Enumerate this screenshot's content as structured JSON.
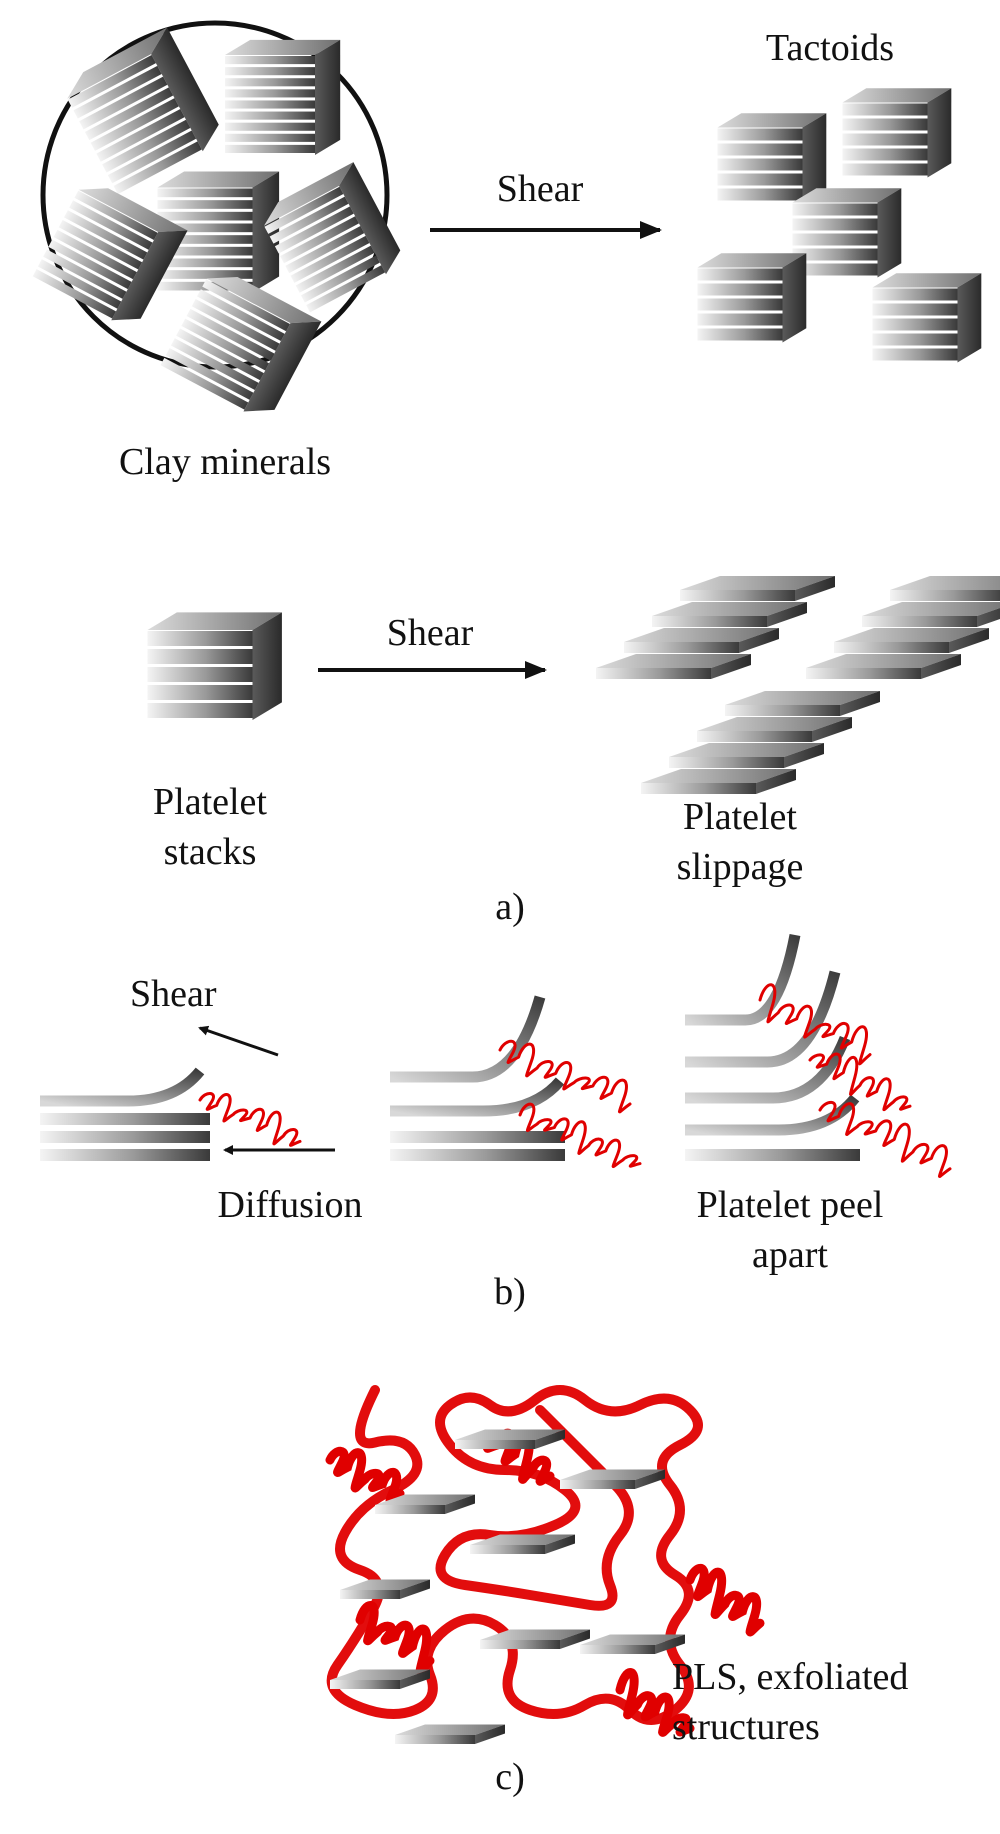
{
  "colors": {
    "platelet_light": "#f2f2f2",
    "platelet_mid": "#a6a6a6",
    "platelet_dark": "#3c3c3c",
    "polymer": "#e00000",
    "ink": "#111111"
  },
  "panel_a": {
    "clay_label": "Clay minerals",
    "shear_top": "Shear",
    "tactoids_label": "Tactoids",
    "shear_mid": "Shear",
    "stacks_line1": "Platelet",
    "stacks_line2": "stacks",
    "slip_line1": "Platelet",
    "slip_line2": "slippage",
    "tag": "a)"
  },
  "panel_b": {
    "shear": "Shear",
    "diffusion": "Diffusion",
    "peel_line1": "Platelet peel",
    "peel_line2": "apart",
    "tag": "b)"
  },
  "panel_c": {
    "line1": "PLS, exfoliated",
    "line2": "structures",
    "tag": "c)"
  }
}
